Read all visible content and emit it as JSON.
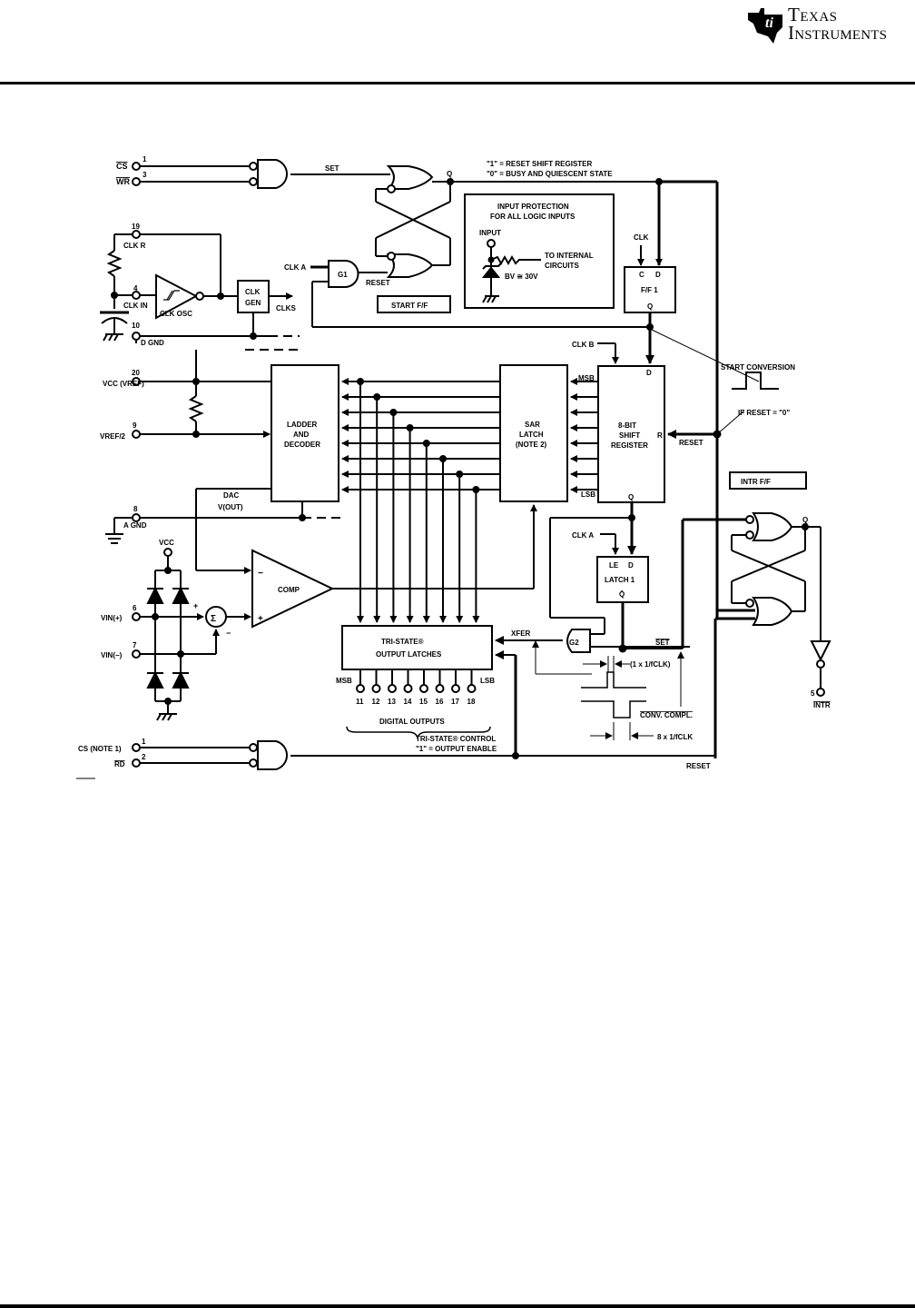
{
  "header": {
    "brand_line1": "Texas",
    "brand_line2": "Instruments"
  },
  "diagram": {
    "pins": {
      "cs": {
        "num": "1",
        "label": "CS"
      },
      "wr": {
        "num": "3",
        "label": "WR"
      },
      "clkr": {
        "num": "19",
        "label": "CLK R"
      },
      "clkin": {
        "num": "4",
        "label": "CLK IN"
      },
      "dgnd": {
        "num": "10",
        "label": "D GND"
      },
      "vcc": {
        "num": "20",
        "label": "VCC (VREF)"
      },
      "vref2": {
        "num": "9",
        "label": "VREF/2"
      },
      "agnd": {
        "num": "8",
        "label": "A GND"
      },
      "vinp": {
        "num": "6",
        "label": "VIN(+)"
      },
      "vinm": {
        "num": "7",
        "label": "VIN(−)"
      },
      "cs2": {
        "num": "1",
        "label": "CS (NOTE 1)"
      },
      "rd": {
        "num": "2",
        "label": "RD"
      },
      "intr": {
        "num": "5",
        "label": "INTR"
      }
    },
    "labels": {
      "set": "SET",
      "q": "Q",
      "reset": "RESET",
      "reset_note1": "\"1\" = RESET SHIFT REGISTER",
      "reset_note2": "\"0\" = BUSY AND QUIESCENT STATE",
      "clk_a": "CLK A",
      "g1": "G1",
      "g2": "G2",
      "start_ff": "START F/F",
      "intr_ff": "INTR F/F",
      "clk_osc": "CLK OSC",
      "clk_gen_1": "CLK",
      "clk_gen_2": "GEN",
      "clks": "CLKS",
      "protect_title1": "INPUT PROTECTION",
      "protect_title2": "FOR ALL LOGIC INPUTS",
      "protect_input": "INPUT",
      "protect_to1": "TO INTERNAL",
      "protect_to2": "CIRCUITS",
      "protect_bv": "BV ≅ 30V",
      "clk": "CLK",
      "ff1_c": "C",
      "ff1_d": "D",
      "ff1_name": "F/F 1",
      "ff1_q": "Q",
      "clk_b": "CLK B",
      "start_conv": "START CONVERSION",
      "if_reset": "IF RESET = \"0\"",
      "sr_d": "D",
      "sr_r": "R",
      "sr_q": "Q",
      "sr_1": "8-BIT",
      "sr_2": "SHIFT",
      "sr_3": "REGISTER",
      "msb": "MSB",
      "lsb": "LSB",
      "sar_1": "SAR",
      "sar_2": "LATCH",
      "sar_3": "(NOTE 2)",
      "ladder_1": "LADDER",
      "ladder_2": "AND",
      "ladder_3": "DECODER",
      "dac_1": "DAC",
      "dac_2": "V(OUT)",
      "vcc_top": "VCC",
      "comp": "COMP",
      "plus": "+",
      "minus": "−",
      "sigma": "Σ",
      "tri_1": "TRI-STATE®",
      "tri_2": "OUTPUT LATCHES",
      "xfer": "XFER",
      "le": "LE",
      "latch_d": "D",
      "latch_name": "LATCH 1",
      "latch_q": "Q̄",
      "set_bar": "SET",
      "one_clk": "(1 x 1/fCLK)",
      "conv_compl": "CONV. COMPL.",
      "eight_clk": "8 x 1/fCLK",
      "digital_outputs": "DIGITAL OUTPUTS",
      "tri_ctrl1": "TRI-STATE® CONTROL",
      "tri_ctrl2": "\"1\" = OUTPUT ENABLE"
    },
    "output_pins": [
      "11",
      "12",
      "13",
      "14",
      "15",
      "16",
      "17",
      "18"
    ]
  }
}
